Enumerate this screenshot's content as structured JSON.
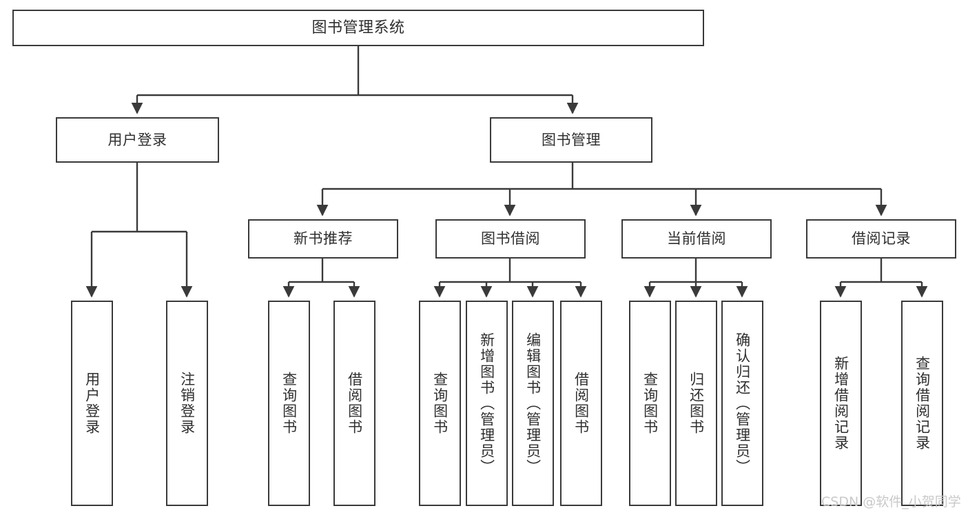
{
  "diagram": {
    "title": "图书管理系统",
    "type": "function-structure-tree",
    "root": {
      "label": "图书管理系统"
    },
    "level2": [
      {
        "label": "用户登录"
      },
      {
        "label": "图书管理"
      }
    ],
    "level3": [
      {
        "label": "新书推荐"
      },
      {
        "label": "图书借阅"
      },
      {
        "label": "当前借阅"
      },
      {
        "label": "借阅记录"
      }
    ],
    "leaves": {
      "user_login": [
        {
          "label": "用户登录"
        },
        {
          "label": "注销登录"
        }
      ],
      "new_book_recommend": [
        {
          "label": "查询图书"
        },
        {
          "label": "借阅图书"
        }
      ],
      "book_borrow": [
        {
          "label": "查询图书"
        },
        {
          "label": "新增图书（管理员）"
        },
        {
          "label": "编辑图书（管理员）"
        },
        {
          "label": "借阅图书"
        }
      ],
      "current_borrow": [
        {
          "label": "查询图书"
        },
        {
          "label": "归还图书"
        },
        {
          "label": "确认归还（管理员）"
        }
      ],
      "borrow_record": [
        {
          "label": "新增借阅记录"
        },
        {
          "label": "查询借阅记录"
        }
      ]
    }
  },
  "watermark": {
    "text": "CSDN @软件_小贺同学"
  },
  "colors": {
    "stroke": "#3a3a3a",
    "text": "#2f2f2f",
    "background": "#ffffff",
    "watermark": "#c9c9c9"
  }
}
